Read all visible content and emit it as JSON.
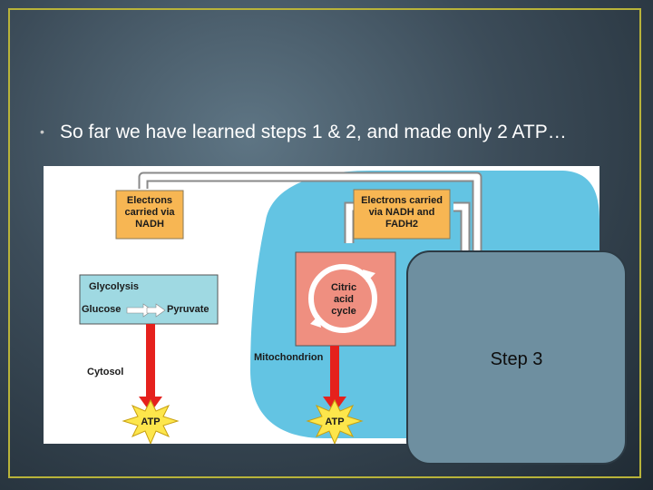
{
  "slide": {
    "bullet_text": "So far we have learned steps 1 & 2, and made only 2 ATP…",
    "step_label": "Step 3"
  },
  "diagram": {
    "electrons_nadh": "Electrons carried via NADH",
    "electrons_nadh_fadh2": "Electrons carried via NADH and FADH2",
    "glycolysis": "Glycolysis",
    "glucose": "Glucose",
    "pyruvate": "Pyruvate",
    "citric_acid_cycle": "Citric acid cycle",
    "mitochondrion": "Mitochondrion",
    "cytosol": "Cytosol",
    "atp_1": "ATP",
    "atp_2": "ATP"
  },
  "colors": {
    "mitochondrion_fill": "#63c4e3",
    "orange_box": "#f7b653",
    "glycolysis_box": "#9fd9e2",
    "citric_box": "#ef8f80",
    "arrow_red": "#e5211d",
    "atp_burst": "#fde64b",
    "step_box": "#6e8fa0"
  }
}
